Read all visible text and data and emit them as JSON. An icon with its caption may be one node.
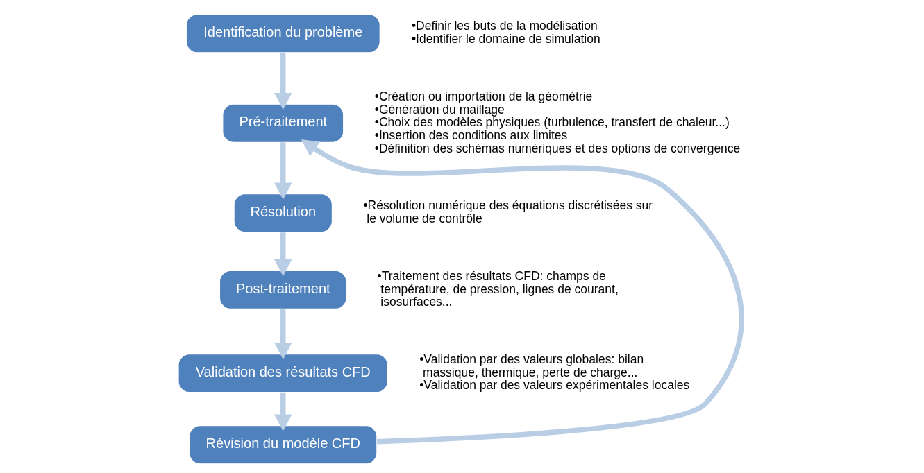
{
  "diagram": {
    "nodes": [
      {
        "text": [
          "Identification du problème"
        ],
        "beside": [
          "•Definir les buts de la modélisation",
          "•Identifier le domaine de simulation"
        ]
      },
      {
        "text": [
          "Pré-traitement"
        ],
        "beside": [
          "•Création ou importation de la géométrie",
          "•Génération du maillage",
          "•Choix des modèles physiques (turbulence, transfert de chaleur...)",
          "•Insertion des conditions aux limites",
          "•Définition des schémas numériques et des options de convergence"
        ]
      },
      {
        "text": [
          "Résolution"
        ],
        "beside": [
          "•Résolution numérique des équations discrétisées sur le volume de contrôle"
        ]
      },
      {
        "text": [
          "Post-traitement"
        ],
        "beside": [
          "•Traitement des résultats CFD: champs de température, de pression, lignes de courant, isosurfaces..."
        ]
      },
      {
        "text": [
          "Validation des résultats CFD"
        ],
        "beside": [
          "•Validation par des valeurs globales: bilan massique, thermique, perte de charge...",
          "•Validation par des valeurs expérimentales locales"
        ]
      },
      {
        "text": [
          "Révision du modèle CFD"
        ]
      }
    ],
    "edges": [
      {
        "from": 0,
        "to": 1,
        "arrow": "to"
      },
      {
        "from": 1,
        "to": 2,
        "arrow": "to"
      },
      {
        "from": 2,
        "to": 3,
        "arrow": "to"
      },
      {
        "from": 3,
        "to": 4,
        "arrow": "to"
      },
      {
        "from": 4,
        "to": 5,
        "arrow": "to"
      },
      {
        "from": 5,
        "to": 1,
        "arrow": "to"
      }
    ]
  }
}
